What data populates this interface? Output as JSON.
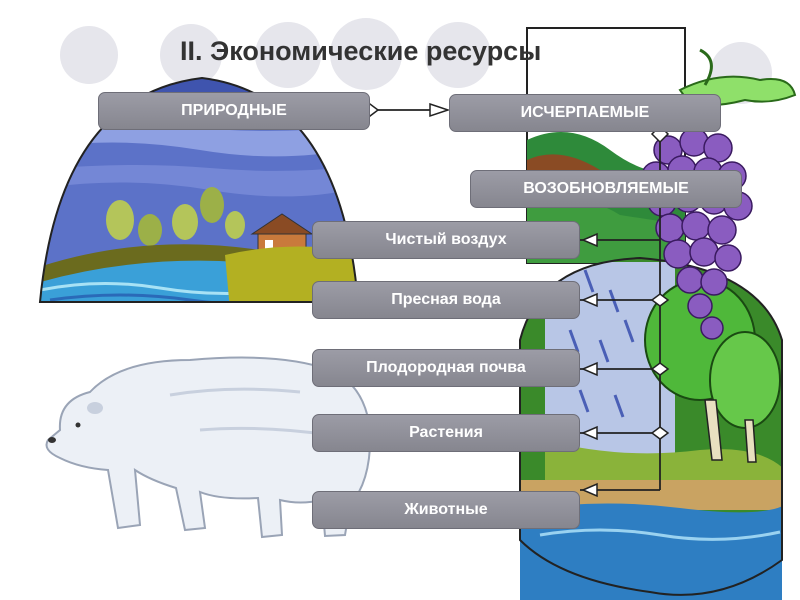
{
  "title": "II. Экономические ресурсы",
  "boxes": {
    "natural": "ПРИРОДНЫЕ",
    "exhaustible": "ИСЧЕРПАЕМЫЕ",
    "renewable": "ВОЗОБНОВЛЯЕМЫЕ",
    "clean_air": "Чистый воздух",
    "fresh_water": "Пресная вода",
    "fertile_soil": "Плодородная почва",
    "plants": "Растения",
    "animals": "Животные"
  }
}
